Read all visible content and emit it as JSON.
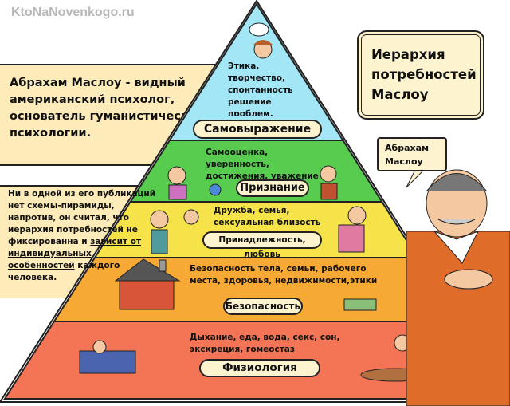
{
  "watermark": "KtoNaNovenkogo.ru",
  "title": "Иерархия потребностей Маслоу",
  "speech_bubble": "Абрахам Маслоу",
  "intro_note": "Абрахам Маслоу - видный американский психолог, основатель гуманистической психологии.",
  "side_note": {
    "plain": "Ни в одной из его публикаций нет схемы-пирамиды, напротив, он считал, что иерархия потребностей не фиксированна и ",
    "underlined": "зависит от индивидуальных особенностей",
    "end": " каждого человека."
  },
  "levels": [
    {
      "name": "Самовыражение",
      "description": "Этика, творчество, спонтанность, решение проблем.",
      "color": "#a3e6f6"
    },
    {
      "name": "Признание",
      "description": "Самооценка, уверенность, достижения, уважение",
      "color": "#57cc4f"
    },
    {
      "name": "Принадлежность, любовь",
      "description": "Дружба, семья, сексуальная близость",
      "color": "#f6e34a"
    },
    {
      "name": "Безопасность",
      "description": "Безопасность тела, семьи, рабочего места, здоровья, недвижимости,этики",
      "color": "#f6a934"
    },
    {
      "name": "Физиология",
      "description": "Дыхание, еда, вода, секс, сон, экскреция, гомеостаз",
      "color": "#f37555"
    }
  ]
}
